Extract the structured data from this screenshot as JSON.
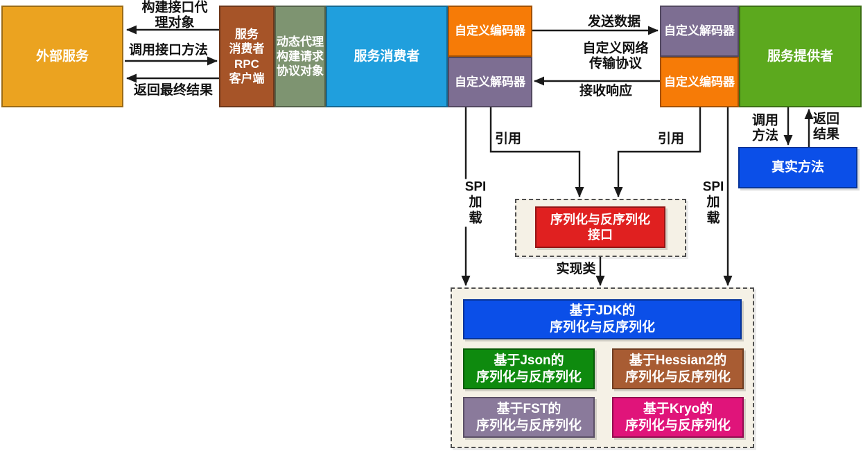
{
  "boxes": {
    "external_service": {
      "label": "外部服务",
      "color": "#EBA320"
    },
    "rpc_client": {
      "label": "服务\n消费者\nRPC\n客户端",
      "color": "#A65428"
    },
    "dynamic_proxy": {
      "label": "动态代理\n构建请求\n协议对象",
      "color": "#7E9471"
    },
    "service_consumer": {
      "label": "服务消费者",
      "color": "#209FDD"
    },
    "encoder_left": {
      "label": "自定义编码器",
      "color": "#F67B07"
    },
    "decoder_left": {
      "label": "自定义解码器",
      "color": "#7D6E92"
    },
    "decoder_right": {
      "label": "自定义解码器",
      "color": "#7D6E92"
    },
    "encoder_right": {
      "label": "自定义编码器",
      "color": "#F67B07"
    },
    "service_provider": {
      "label": "服务提供者",
      "color": "#5CA91E"
    },
    "real_method": {
      "label": "真实方法",
      "color": "#0B4FE8"
    },
    "serialization_interface": {
      "label": "序列化与反序列化\n接口",
      "color": "#E02020"
    },
    "jdk": {
      "label": "基于JDK的\n序列化与反序列化",
      "color": "#0B4FE8"
    },
    "json": {
      "label": "基于Json的\n序列化与反序列化",
      "color": "#0E8A0E"
    },
    "hessian2": {
      "label": "基于Hessian2的\n序列化与反序列化",
      "color": "#A85C33"
    },
    "fst": {
      "label": "基于FST的\n序列化与反序列化",
      "color": "#8A7A9B"
    },
    "kryo": {
      "label": "基于Kryo的\n序列化与反序列化",
      "color": "#E0147A"
    }
  },
  "edge_labels": {
    "build_proxy": "构建接口代\n理对象",
    "call_interface": "调用接口方法",
    "return_final": "返回最终结果",
    "send_data": "发送数据",
    "custom_protocol": "自定义网络\n传输协议",
    "receive_response": "接收响应",
    "call_method": "调用\n方法",
    "return_result": "返回\n结果",
    "reference_left": "引用",
    "reference_right": "引用",
    "spi_left": "SPI\n加\n载",
    "spi_right": "SPI\n加\n载",
    "impl_class": "实现类"
  },
  "style": {
    "wire_color": "#1a1a1a",
    "container_bg": "#F5F1E6"
  }
}
